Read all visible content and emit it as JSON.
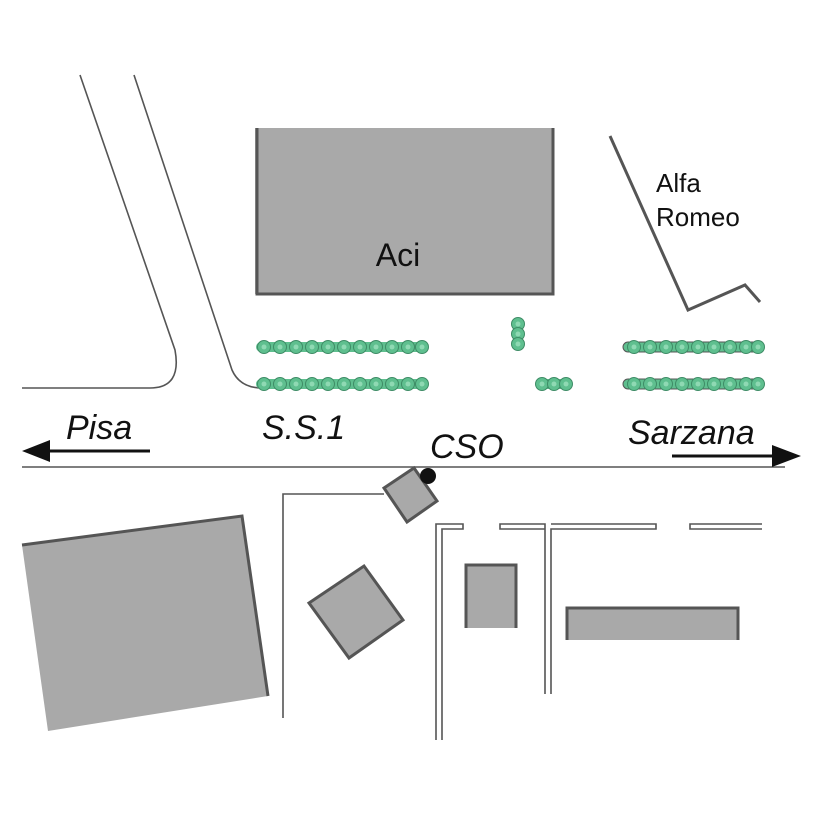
{
  "map": {
    "labels": {
      "aci": "Aci",
      "alfa_line1": "Alfa",
      "alfa_line2": "Romeo",
      "pisa": "Pisa",
      "ss1": "S.S.1",
      "cso": "CSO",
      "sarzana": "Sarzana"
    },
    "colors": {
      "building_fill": "#a9a9a9",
      "building_edge": "#5a5a5a",
      "hedge": "#5fbf8f",
      "road_line": "#555555"
    }
  }
}
